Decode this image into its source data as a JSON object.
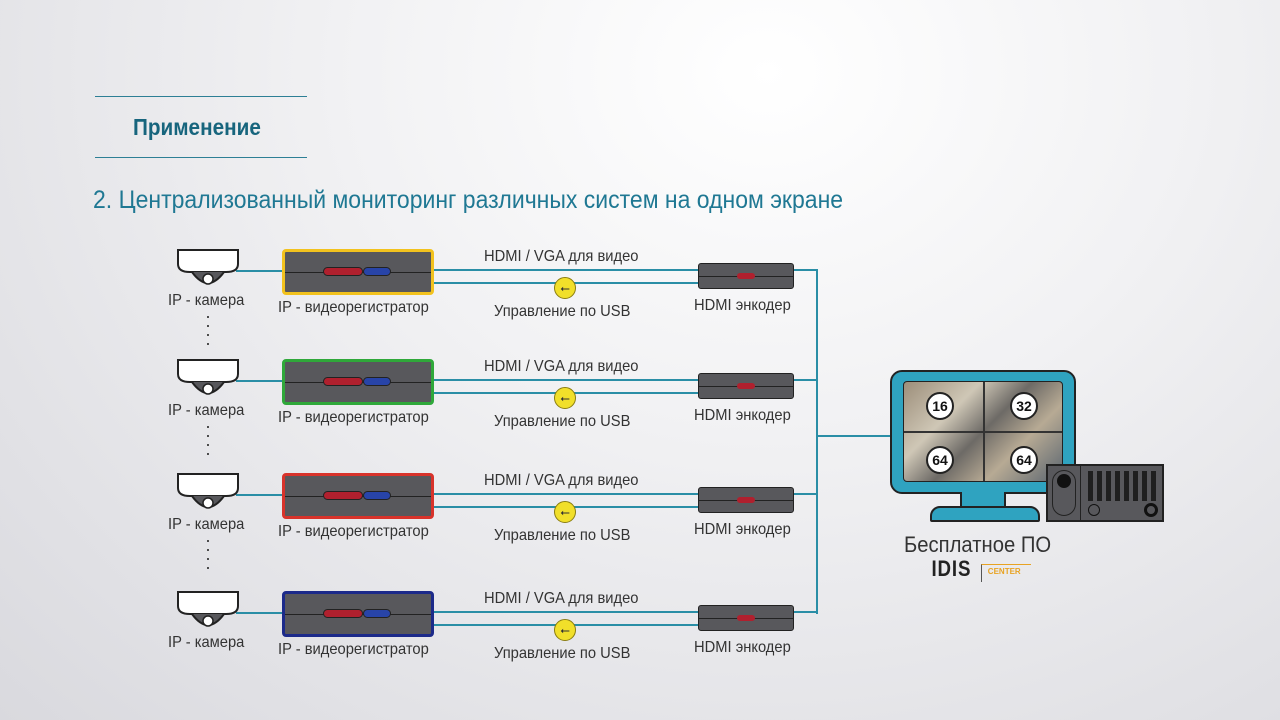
{
  "section_title": "Применение",
  "heading": "2. Централизованный мониторинг различных систем на одном экране",
  "rows": [
    {
      "camera": "IP - камера",
      "nvr": "IP - видеорегистратор",
      "nvr_color": "#f2c21e",
      "hdmi": "HDMI / VGA для видео",
      "usb": "Управление по USB",
      "encoder": "HDMI энкодер"
    },
    {
      "camera": "IP - камера",
      "nvr": "IP - видеорегистратор",
      "nvr_color": "#2fa83a",
      "hdmi": "HDMI / VGA для видео",
      "usb": "Управление по USB",
      "encoder": "HDMI энкодер"
    },
    {
      "camera": "IP - камера",
      "nvr": "IP - видеорегистратор",
      "nvr_color": "#d8332b",
      "hdmi": "HDMI / VGA для видео",
      "usb": "Управление по USB",
      "encoder": "HDMI энкодер"
    },
    {
      "camera": "IP - камера",
      "nvr": "IP - видеорегистратор",
      "nvr_color": "#1c2a8a",
      "hdmi": "HDMI / VGA для видео",
      "usb": "Управление по USB",
      "encoder": "HDMI энкодер"
    }
  ],
  "monitor": {
    "badges": [
      "16",
      "32",
      "64",
      "64"
    ],
    "caption": "Бесплатное ПО",
    "logo": "IDIS",
    "logo_sub": "CENTER"
  },
  "colors": {
    "accent": "#1f7893",
    "line": "#2a8ea6",
    "monitor": "#2fa3c0"
  }
}
